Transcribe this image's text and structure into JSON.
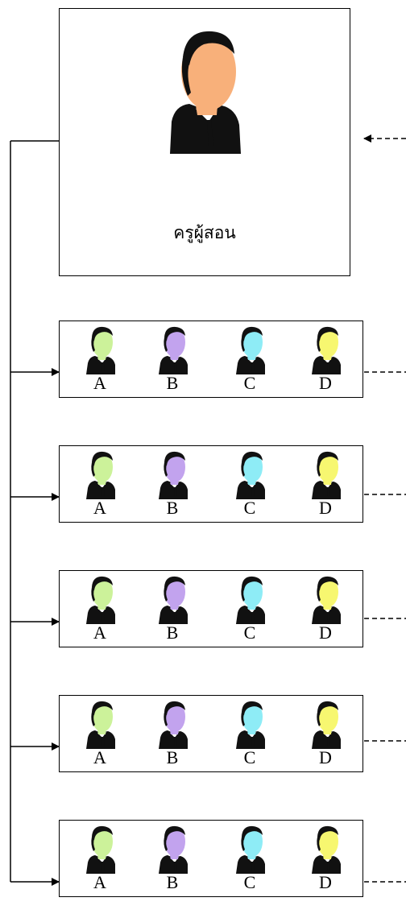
{
  "teacher": {
    "label": "ครูผู้สอน",
    "skin_color": "#f8b07a"
  },
  "groups": [
    {
      "members": [
        {
          "label": "A",
          "face_color": "#ccf29a"
        },
        {
          "label": "B",
          "face_color": "#c2a3ee"
        },
        {
          "label": "C",
          "face_color": "#8eecf6"
        },
        {
          "label": "D",
          "face_color": "#f7f770"
        }
      ]
    },
    {
      "members": [
        {
          "label": "A",
          "face_color": "#ccf29a"
        },
        {
          "label": "B",
          "face_color": "#c2a3ee"
        },
        {
          "label": "C",
          "face_color": "#8eecf6"
        },
        {
          "label": "D",
          "face_color": "#f7f770"
        }
      ]
    },
    {
      "members": [
        {
          "label": "A",
          "face_color": "#ccf29a"
        },
        {
          "label": "B",
          "face_color": "#c2a3ee"
        },
        {
          "label": "C",
          "face_color": "#8eecf6"
        },
        {
          "label": "D",
          "face_color": "#f7f770"
        }
      ]
    },
    {
      "members": [
        {
          "label": "A",
          "face_color": "#ccf29a"
        },
        {
          "label": "B",
          "face_color": "#c2a3ee"
        },
        {
          "label": "C",
          "face_color": "#8eecf6"
        },
        {
          "label": "D",
          "face_color": "#f7f770"
        }
      ]
    },
    {
      "members": [
        {
          "label": "A",
          "face_color": "#ccf29a"
        },
        {
          "label": "B",
          "face_color": "#c2a3ee"
        },
        {
          "label": "C",
          "face_color": "#8eecf6"
        },
        {
          "label": "D",
          "face_color": "#f7f770"
        }
      ]
    }
  ],
  "icons": {
    "teacher": "teacher-portrait-icon",
    "student": "student-portrait-icon"
  }
}
